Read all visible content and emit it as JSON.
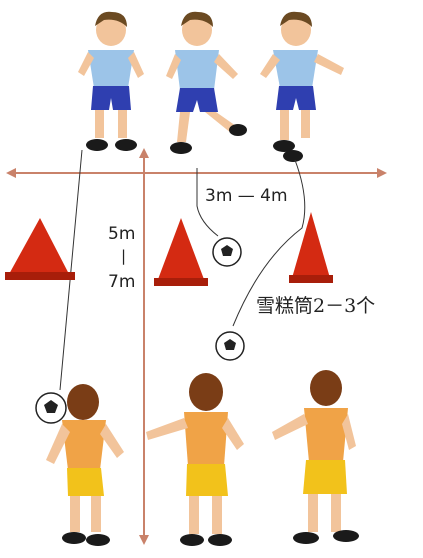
{
  "labels": {
    "width_range": "3m — 4m",
    "depth_top": "5m",
    "depth_sep": "|",
    "depth_bottom": "7m",
    "cones_note": "雪糕筒2－3个"
  },
  "colors": {
    "arrow": "#c9826a",
    "cone": "#d42a12",
    "boy_shirt": "#9cc4e8",
    "boy_shorts": "#2f3fb0",
    "girl_shirt": "#f0a347",
    "girl_shorts": "#f2c21b",
    "hair_boy": "#6b4a22",
    "hair_girl": "#7a3d16",
    "skin": "#f2c49b"
  }
}
